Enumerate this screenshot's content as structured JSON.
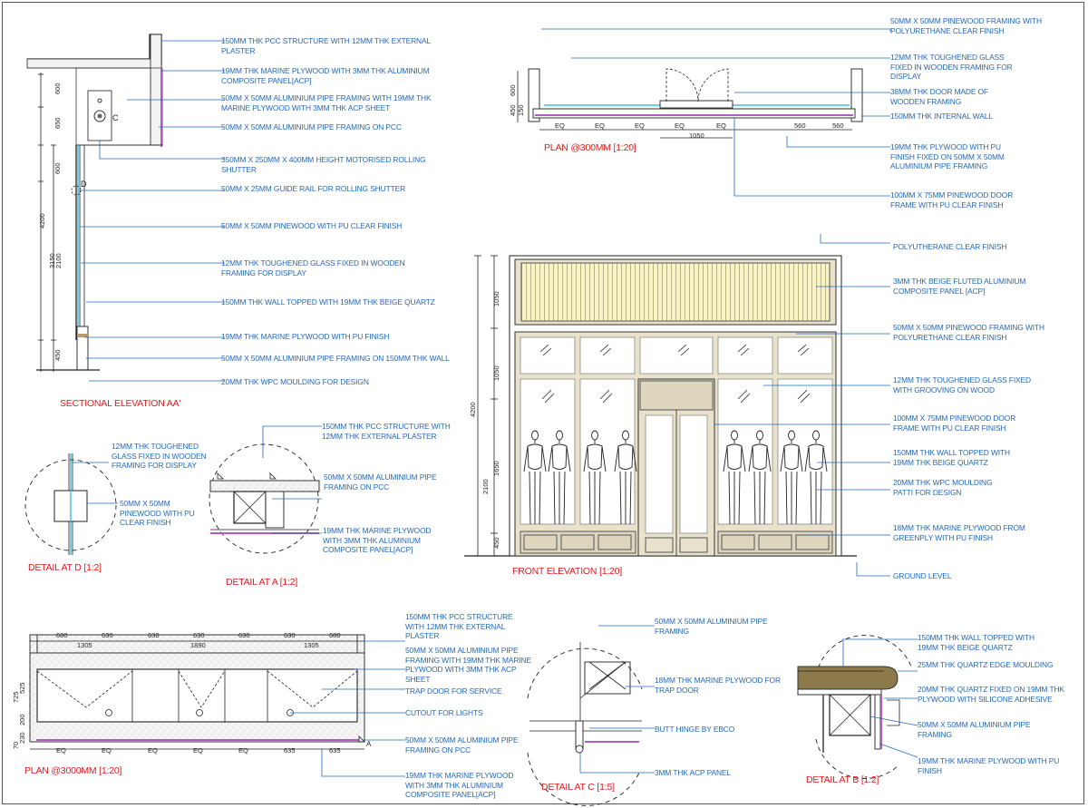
{
  "titles": {
    "section_aa": "SECTIONAL ELEVATION AA'",
    "detail_d": "DETAIL AT D [1:2]",
    "detail_a": "DETAIL AT A [1:2]",
    "plan_300": "PLAN @300MM [1:20]",
    "front_elevation": "FRONT ELEVATION [1:20]",
    "plan_3000": "PLAN @3000MM [1:20]",
    "detail_c": "DETAIL AT C [1:5]",
    "detail_b": "DETAIL AT B [1:2]"
  },
  "section_notes": [
    "150MM THK PCC STRUCTURE WITH 12MM THK EXTERNAL PLASTER",
    "19MM THK MARINE PLYWOOD WITH 3MM THK ALUMINIUM COMPOSITE PANEL[ACP]",
    "50MM X 50MM ALUMINIUM PIPE FRAMING WITH 19MM THK MARINE PLYWOOD WITH 3MM THK ACP SHEET",
    "50MM X 50MM ALUMINIUM PIPE FRAMING ON PCC",
    "350MM X 250MM X 400MM HEIGHT MOTORISED ROLLING SHUTTER",
    "50MM X 25MM GUIDE RAIL FOR ROLLING SHUTTER",
    "50MM X 50MM PINEWOOD WITH PU CLEAR FINISH",
    "12MM THK TOUGHENED GLASS FIXED IN WOODEN FRAMING FOR DISPLAY",
    "150MM THK WALL TOPPED WITH 19MM THK BEIGE QUARTZ",
    "19MM THK MARINE PLYWOOD WITH PU FINISH",
    "50MM X 50MM ALUMINIUM PIPE FRAMING ON 150MM THK WALL",
    "20MM THK WPC MOULDING FOR DESIGN"
  ],
  "section_dims": [
    "600",
    "650",
    "600",
    "4200",
    "3150",
    "2100",
    "450"
  ],
  "section_tags": [
    "C",
    "D"
  ],
  "detail_d_notes": [
    "12MM THK TOUGHENED GLASS FIXED IN WOODEN FRAMING FOR DISPLAY",
    "50MM X 50MM PINEWOOD WITH PU CLEAR FINISH"
  ],
  "detail_a_notes": [
    "150MM THK PCC STRUCTURE WITH 12MM THK EXTERNAL PLASTER",
    "50MM X 50MM ALUMINIUM PIPE FRAMING ON PCC",
    "19MM THK MARINE PLYWOOD WITH 3MM THK ALUMINIUM COMPOSITE PANEL[ACP]"
  ],
  "plan300_notes": [
    "50MM X 50MM PINEWOOD FRAMING WITH POLYURETHANE CLEAR FINISH",
    "12MM THK TOUGHENED GLASS FIXED IN WOODEN FRAMING FOR DISPLAY",
    "38MM THK DOOR MADE OF WOODEN FRAMING",
    "150MM THK INTERNAL WALL",
    "19MM THK PLYWOOD WITH PU FINISH FIXED ON 50MM X 50MM ALUMINIUM PIPE FRAMING",
    "100MM X 75MM PINEWOOD DOOR FRAME WITH PU CLEAR FINISH"
  ],
  "plan300_dims": [
    "EQ",
    "EQ",
    "EQ",
    "EQ",
    "EQ",
    "560",
    "560",
    "1050",
    "600",
    "450",
    "150"
  ],
  "front_notes": [
    "POLYUTHERANE CLEAR FINISH",
    "3MM THK BEIGE FLUTED ALUMINIUM COMPOSITE PANEL [ACP]",
    "50MM X 50MM PINEWOOD FRAMING WITH POLYURETHANE CLEAR FINISH",
    "12MM THK TOUGHENED GLASS FIXED WITH GROOVING ON WOOD",
    "100MM X 75MM PINEWOOD DOOR FRAME WITH PU CLEAR FINISH",
    "150MM THK WALL TOPPED WITH 19MM THK BEIGE QUARTZ",
    "20MM THK WPC MOULDING PATTI FOR DESIGN",
    "18MM THK MARINE PLYWOOD FROM GREENPLY WITH PU FINISH",
    "GROUND LEVEL"
  ],
  "front_dims": [
    "1050",
    "1050",
    "4200",
    "1650",
    "2100",
    "450"
  ],
  "plan3000_notes": [
    "150MM THK PCC STRUCTURE WITH 12MM THK EXTERNAL PLASTER",
    "50MM X 50MM ALUMINIUM PIPE FRAMING WITH 19MM THK MARINE PLYWOOD WITH 3MM THK ACP SHEET",
    "TRAP DOOR FOR SERVICE",
    "CUTOUT FOR LIGHTS",
    "50MM X 50MM ALUMINIUM PIPE FRAMING ON PCC",
    "19MM THK MARINE PLYWOOD WITH 3MM THK ALUMINIUM COMPOSITE PANEL[ACP]"
  ],
  "plan3000_top_dims": [
    "680",
    "630",
    "630",
    "630",
    "630",
    "630",
    "680"
  ],
  "plan3000_mid_dims": [
    "1305",
    "1890",
    "1305"
  ],
  "plan3000_bottom_dims": [
    "EQ",
    "EQ",
    "EQ",
    "EQ",
    "EQ",
    "635",
    "635"
  ],
  "plan3000_side_dims": [
    "725",
    "525",
    "200",
    "230",
    "70"
  ],
  "plan3000_tag": "A",
  "detail_c_notes": [
    "50MM X 50MM ALUMINIUM PIPE FRAMING",
    "18MM THK MARINE PLYWOOD FOR TRAP DOOR",
    "BUTT HINGE BY EBCO",
    "3MM THK ACP PANEL"
  ],
  "detail_b_notes": [
    "150MM THK WALL TOPPED WITH 19MM THK BEIGE QUARTZ",
    "25MM THK QUARTZ EDGE MOULDING",
    "20MM THK QUARTZ FIXED ON 19MM THK PLYWOOD WITH SILICONE ADHESIVE",
    "50MM X 50MM ALUMINIUM PIPE FRAMING",
    "19MM THK MARINE PLYWOOD WITH PU FINISH"
  ],
  "colors": {
    "note": "#2468b8",
    "title": "#e01b1b",
    "frame_wood": "#e8e2cc",
    "acp": "#b15cc0"
  }
}
